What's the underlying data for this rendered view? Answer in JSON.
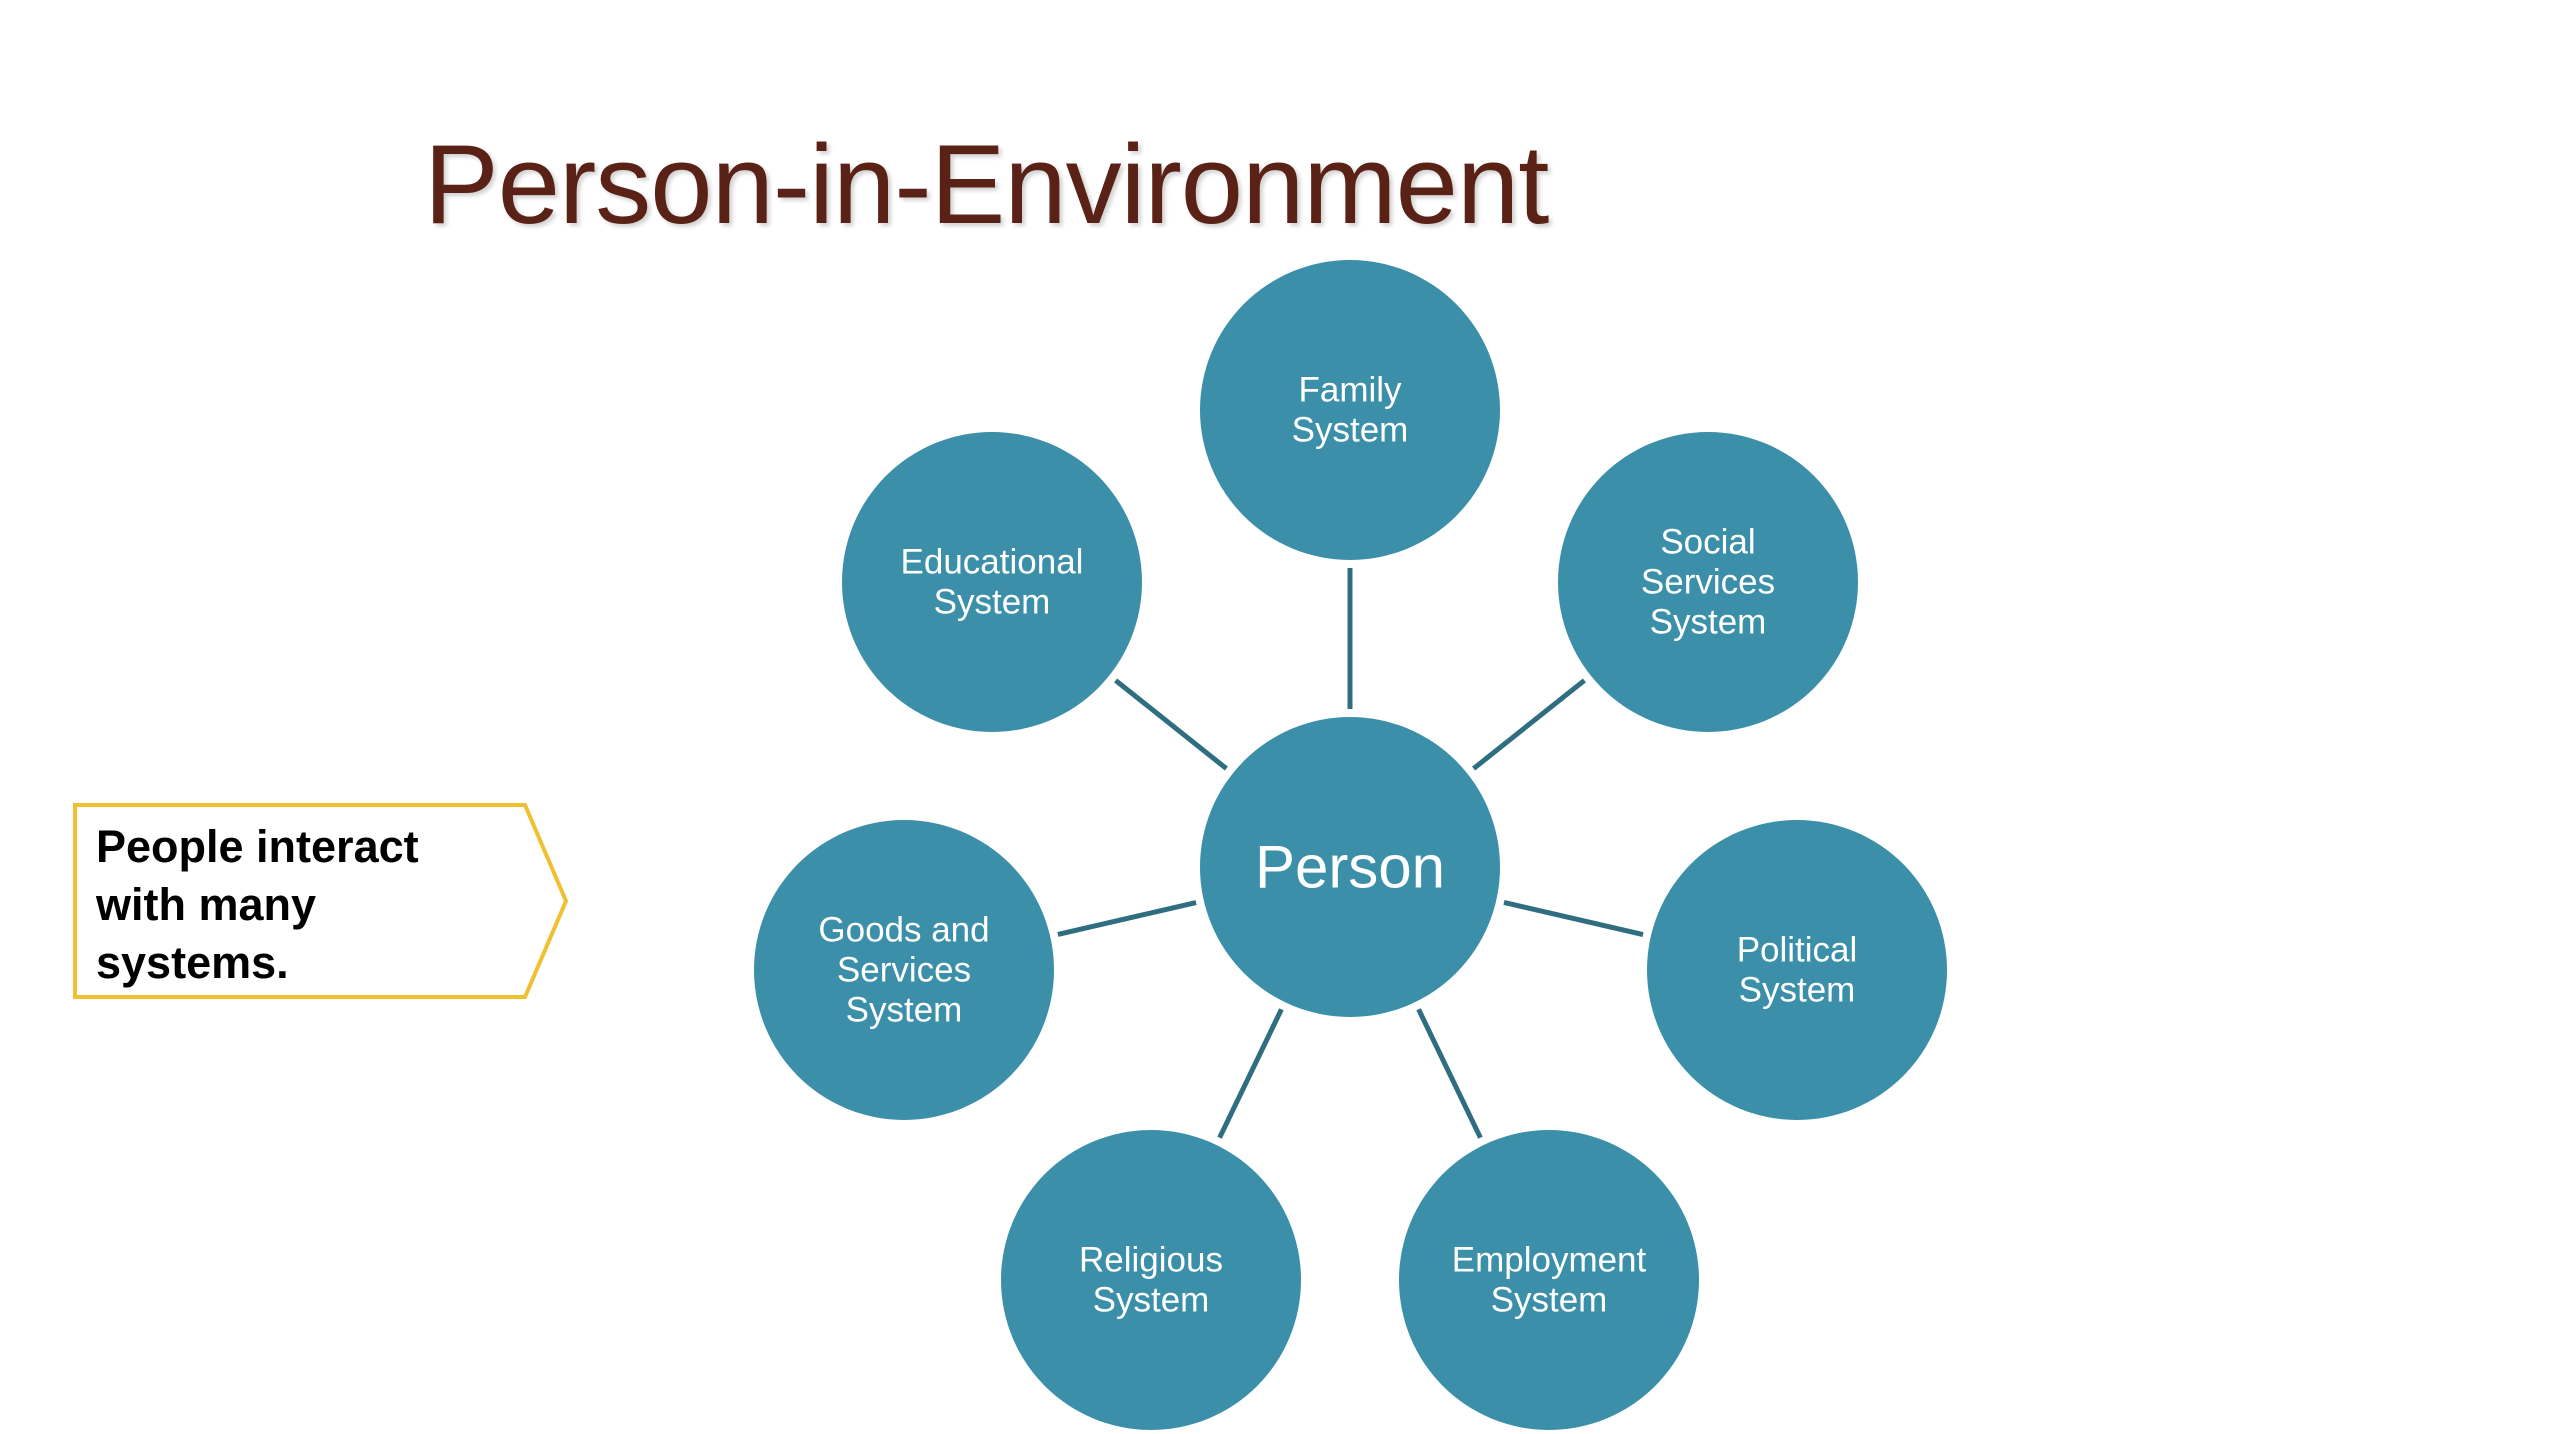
{
  "title": "Person-in-Environment",
  "callout": {
    "lines": [
      "People interact",
      "with many",
      "systems."
    ],
    "border_color": "#f0c030"
  },
  "colors": {
    "node_fill": "#3b8fa8",
    "connector": "#2f6d80",
    "title": "#5a2216"
  },
  "diagram": {
    "center": {
      "id": "person",
      "lines": [
        "Person"
      ]
    },
    "nodes": [
      {
        "id": "family",
        "lines": [
          "Family",
          "System"
        ]
      },
      {
        "id": "social-services",
        "lines": [
          "Social",
          "Services",
          "System"
        ]
      },
      {
        "id": "political",
        "lines": [
          "Political",
          "System"
        ]
      },
      {
        "id": "employment",
        "lines": [
          "Employment",
          "System"
        ]
      },
      {
        "id": "religious",
        "lines": [
          "Religious",
          "System"
        ]
      },
      {
        "id": "goods-services",
        "lines": [
          "Goods and",
          "Services",
          "System"
        ]
      },
      {
        "id": "educational",
        "lines": [
          "Educational",
          "System"
        ]
      }
    ]
  }
}
